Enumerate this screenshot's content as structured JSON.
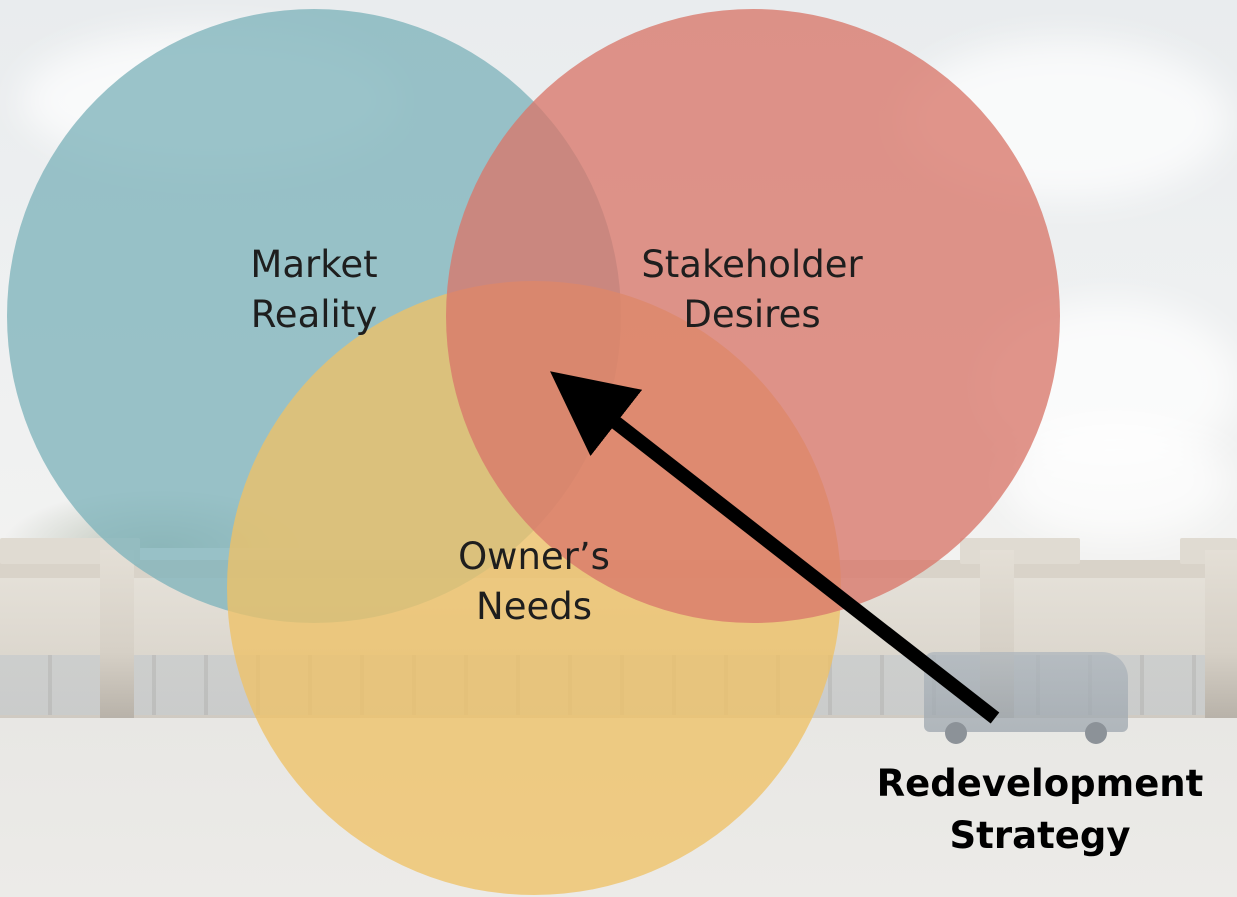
{
  "diagram": {
    "circles": [
      {
        "id": "market",
        "color": "#7fb3bb",
        "label_lines": [
          "Market",
          "Reality"
        ]
      },
      {
        "id": "stakeholder",
        "color": "#d9776a",
        "label_lines": [
          "Stakeholder",
          "Desires"
        ]
      },
      {
        "id": "owner",
        "color": "#eec266",
        "label_lines": [
          "Owner’s",
          "Needs"
        ]
      }
    ],
    "pointer": {
      "color": "#000000",
      "label_lines": [
        "Redevelopment",
        "Strategy"
      ]
    }
  }
}
